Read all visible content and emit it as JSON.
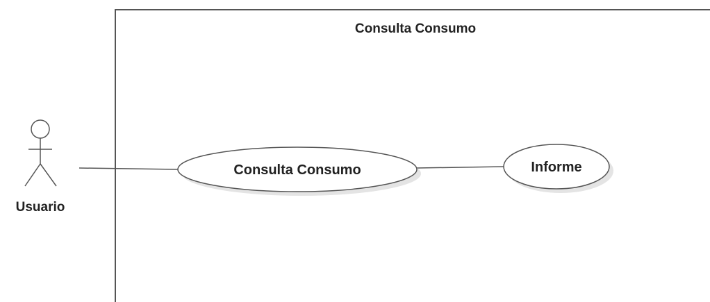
{
  "diagram": {
    "system_boundary": {
      "title": "Consulta Consumo"
    },
    "actor": {
      "name": "Usuario"
    },
    "use_cases": [
      {
        "label": "Consulta Consumo"
      },
      {
        "label": "Informe"
      }
    ],
    "colors": {
      "stroke": "#555555",
      "text": "#222222",
      "fill": "#ffffff",
      "shadow": "#e4e4e4"
    }
  }
}
